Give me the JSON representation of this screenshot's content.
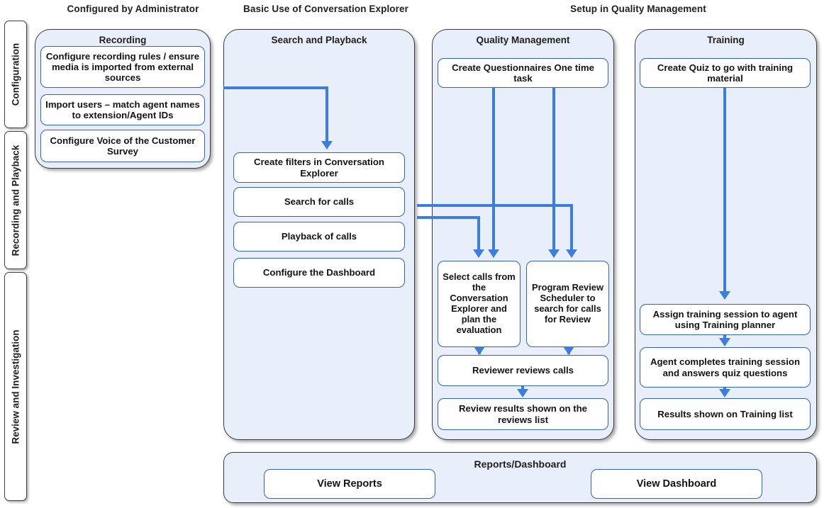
{
  "column_titles": [
    {
      "id": "configured-by-administrator",
      "label": "Configured by Administrator"
    },
    {
      "id": "basic-use-of-conversation-explorer",
      "label": "Basic Use of Conversation Explorer"
    },
    {
      "id": "setup-in-quality-management",
      "label": "Setup in Quality Management"
    }
  ],
  "lanes": [
    {
      "id": "configuration",
      "label": "Configuration"
    },
    {
      "id": "recording-and-playback",
      "label": "Recording and Playback"
    },
    {
      "id": "review-and-investigation",
      "label": "Review and Investigation"
    }
  ],
  "groups": {
    "recording": {
      "title": "Recording",
      "nodes": [
        {
          "id": "configure-recording-rules",
          "label": "Configure recording rules / ensure media is imported from external sources"
        },
        {
          "id": "import-users",
          "label": "Import users – match agent names to extension/Agent IDs"
        },
        {
          "id": "configure-voc-survey",
          "label": "Configure Voice of the Customer Survey"
        }
      ]
    },
    "search_and_playback": {
      "title": "Search and Playback",
      "nodes": [
        {
          "id": "create-filters",
          "label": "Create filters in Conversation Explorer"
        },
        {
          "id": "search-for-calls",
          "label": "Search for calls"
        },
        {
          "id": "playback-of-calls",
          "label": "Playback of calls"
        },
        {
          "id": "configure-the-dashboard",
          "label": "Configure the Dashboard"
        }
      ]
    },
    "quality_management": {
      "title": "Quality Management",
      "nodes": [
        {
          "id": "create-questionnaires",
          "label": "Create Questionnaires One time task"
        },
        {
          "id": "select-calls",
          "label": "Select calls from the Conversation Explorer and plan the evaluation"
        },
        {
          "id": "program-review-scheduler",
          "label": "Program Review Scheduler to search for calls for Review"
        },
        {
          "id": "reviewer-reviews-calls",
          "label": "Reviewer reviews calls"
        },
        {
          "id": "review-results",
          "label": "Review results shown on the reviews list"
        }
      ]
    },
    "training": {
      "title": "Training",
      "nodes": [
        {
          "id": "create-quiz",
          "label": "Create Quiz to go with training material"
        },
        {
          "id": "assign-training-session",
          "label": "Assign training session to agent using Training planner"
        },
        {
          "id": "agent-completes-training",
          "label": "Agent completes training session and answers quiz questions"
        },
        {
          "id": "results-on-training-list",
          "label": "Results shown on Training list"
        }
      ]
    },
    "reports_dashboard": {
      "title": "Reports/Dashboard",
      "nodes": [
        {
          "id": "view-reports",
          "label": "View Reports"
        },
        {
          "id": "view-dashboard",
          "label": "View Dashboard"
        }
      ]
    }
  },
  "colors": {
    "connector": "#3c7de0",
    "node_border": "#3463b4",
    "group_fill": "#e9eefb",
    "group_border": "#3a3a3a",
    "text": "#141414",
    "page_background": "#ffffff"
  },
  "connections": [
    {
      "from": "recording",
      "to": "create-filters"
    },
    {
      "from": "create-questionnaires",
      "to": "select-calls"
    },
    {
      "from": "create-questionnaires",
      "to": "program-review-scheduler"
    },
    {
      "from": "search-for-calls",
      "to": "program-review-scheduler"
    },
    {
      "from": "playback-of-calls",
      "to": "select-calls"
    },
    {
      "from": "select-calls",
      "to": "reviewer-reviews-calls"
    },
    {
      "from": "program-review-scheduler",
      "to": "reviewer-reviews-calls"
    },
    {
      "from": "reviewer-reviews-calls",
      "to": "review-results"
    },
    {
      "from": "create-quiz",
      "to": "assign-training-session"
    },
    {
      "from": "assign-training-session",
      "to": "agent-completes-training"
    },
    {
      "from": "agent-completes-training",
      "to": "results-on-training-list"
    }
  ]
}
